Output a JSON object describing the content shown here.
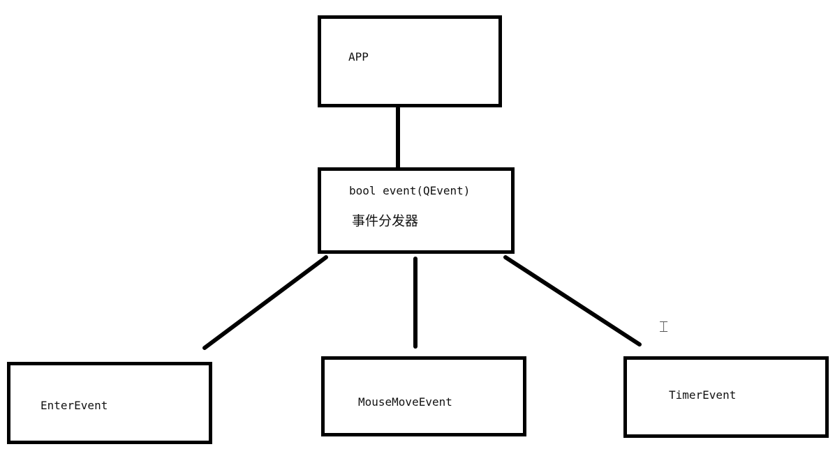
{
  "diagram": {
    "nodes": {
      "app": {
        "label": "APP"
      },
      "dispatcher": {
        "signature": "bool event(QEvent)",
        "caption": "事件分发器"
      },
      "enter": {
        "label": "EnterEvent"
      },
      "mousemove": {
        "label": "MouseMoveEvent"
      },
      "timer": {
        "label": "TimerEvent"
      }
    },
    "edges": [
      {
        "from": "app",
        "to": "dispatcher"
      },
      {
        "from": "dispatcher",
        "to": "enter"
      },
      {
        "from": "dispatcher",
        "to": "mousemove"
      },
      {
        "from": "dispatcher",
        "to": "timer"
      }
    ],
    "colors": {
      "stroke": "#000000",
      "text": "#111111",
      "background": "#ffffff"
    },
    "icons": {
      "cursor": "text-cursor-icon"
    }
  }
}
